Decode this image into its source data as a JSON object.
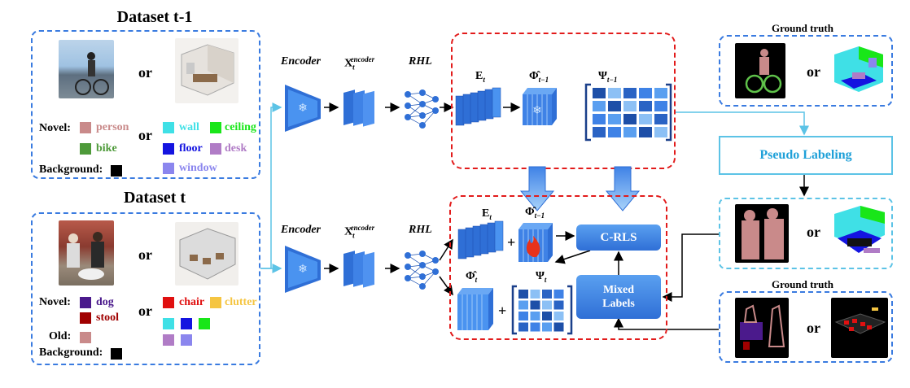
{
  "datasets": {
    "prev": {
      "title": "Dataset t-1",
      "or": "or",
      "novel_label": "Novel:",
      "background_label": "Background:",
      "classes_left": [
        {
          "name": "person",
          "color": "#c98a8a"
        },
        {
          "name": "bike",
          "color": "#4e9a3a"
        }
      ],
      "classes_right": [
        {
          "name": "wall",
          "color": "#3fe0e6"
        },
        {
          "name": "ceiling",
          "color": "#19e619"
        },
        {
          "name": "floor",
          "color": "#1414e0"
        },
        {
          "name": "desk",
          "color": "#b07cc6"
        },
        {
          "name": "window",
          "color": "#8b86ee"
        }
      ],
      "background_color": "#000000"
    },
    "curr": {
      "title": "Dataset t",
      "or": "or",
      "novel_label": "Novel:",
      "old_label": "Old:",
      "background_label": "Background:",
      "classes_left": [
        {
          "name": "dog",
          "color": "#4b1a8c"
        },
        {
          "name": "stool",
          "color": "#a00000"
        }
      ],
      "classes_right": [
        {
          "name": "chair",
          "color": "#e01010"
        },
        {
          "name": "clutter",
          "color": "#f5c542"
        }
      ],
      "old_colors_left": [
        "#c98a8a"
      ],
      "old_colors_right": [
        "#3fe0e6",
        "#1414e0",
        "#19e619",
        "#b07cc6",
        "#8b86ee"
      ],
      "background_color": "#000000"
    }
  },
  "pipeline": {
    "encoder": "Encoder",
    "x_encoder": "X",
    "x_sub": "t",
    "x_sup": "encoder",
    "rhl": "RHL"
  },
  "top_group": {
    "E": "E",
    "E_sub": "t",
    "phi": "Φ̂",
    "phi_sub": "t−1",
    "psi": "Ψ",
    "psi_sub": "t−1"
  },
  "bottom_group": {
    "E": "E",
    "E_sub": "t",
    "phi_prev": "Φ̂",
    "phi_prev_sub": "t−1",
    "phi": "Φ̂",
    "phi_sub": "t",
    "psi": "Ψ",
    "psi_sub": "t",
    "plus": "+",
    "crls": "C-RLS",
    "mixed": "Mixed Labels"
  },
  "right": {
    "gt_top": "Ground truth",
    "gt_bottom": "Ground truth",
    "pseudo": "Pseudo Labeling",
    "or": "or"
  },
  "colors": {
    "blue_dash": "#3a7be0",
    "red_dash": "#e21b1b",
    "cyan": "#5cc3e6",
    "block_blue": "#3b7de0"
  }
}
